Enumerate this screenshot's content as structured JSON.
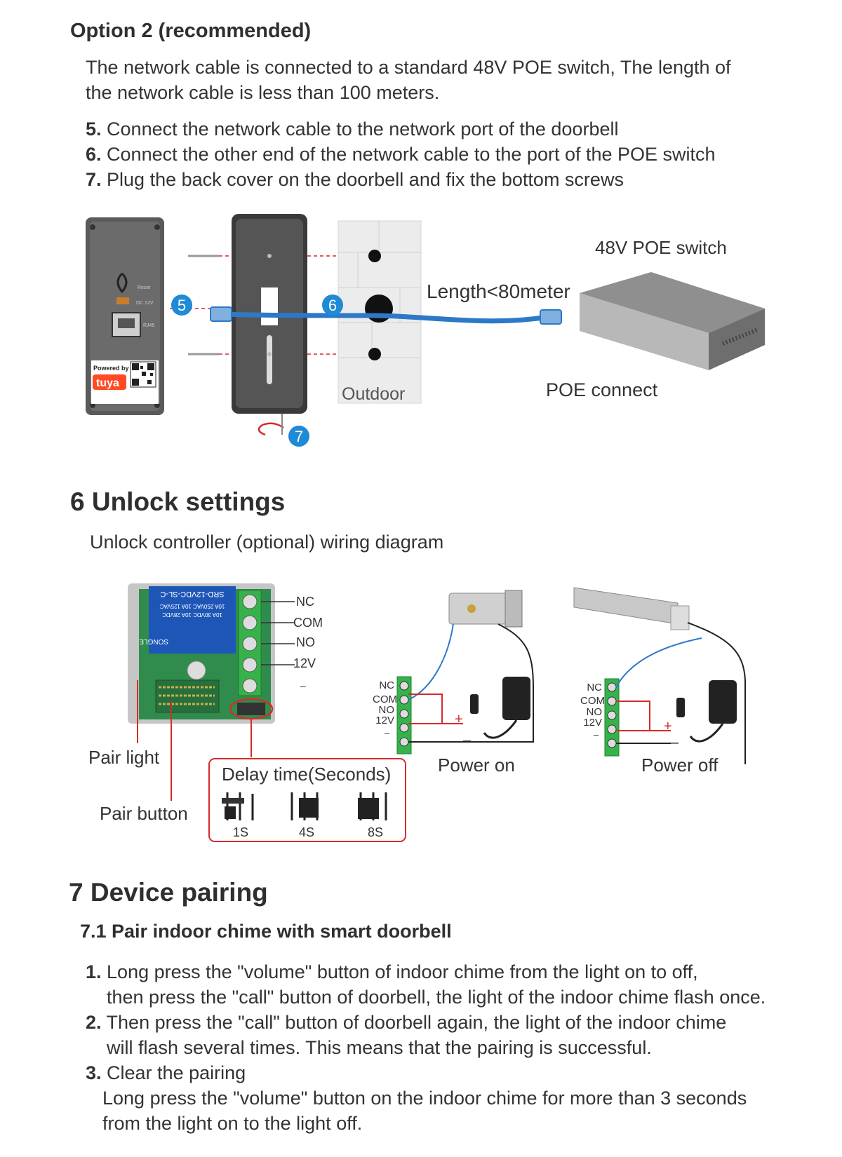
{
  "option": {
    "title": "Option 2 (recommended)",
    "description": "The network cable is connected to a standard 48V POE switch, The length of the network cable is less than 100 meters.",
    "steps": [
      {
        "num": "5.",
        "text": " Connect the network cable to the network port of the doorbell"
      },
      {
        "num": "6.",
        "text": " Connect the other end of the network cable to the port of the POE switch"
      },
      {
        "num": "7.",
        "text": " Plug the back cover on the doorbell and fix the bottom screws"
      }
    ]
  },
  "poe_diagram": {
    "badge5": "5",
    "badge6": "6",
    "badge7": "7",
    "outdoor": "Outdoor",
    "length": "Length<80meter",
    "switch_label": "48V POE switch",
    "poe_connect": "POE connect",
    "powered_by": "Powered by",
    "brand": "tuya",
    "reset": "Reset",
    "dc": "DC 12V",
    "rj45": "RJ45"
  },
  "unlock": {
    "title": "6  Unlock settings",
    "subtitle": "Unlock controller (optional)  wiring diagram",
    "relay_text": [
      "SRD-12VDC-SL-C",
      "10A 250VAC 10A 125VAC",
      "10A 30VDC 10A 28VDC",
      "SONGLE"
    ],
    "terminals": [
      "NC",
      "COM",
      "NO",
      "12V",
      "–"
    ],
    "pair_light": "Pair light",
    "pair_button": "Pair button",
    "delay_title": "Delay time(Seconds)",
    "delays": [
      "1S",
      "4S",
      "8S"
    ],
    "power_on": "Power on",
    "power_off": "Power off",
    "plus": "+",
    "minus": "–"
  },
  "pairing": {
    "title": "7  Device pairing",
    "subtitle": "7.1  Pair indoor chime with smart doorbell",
    "items": [
      {
        "num": "1.",
        "line1": "  Long press the \"volume\" button of indoor chime from the light on to off,",
        "line2": "then press the \"call\" button of doorbell, the light of the indoor chime flash once."
      },
      {
        "num": "2.",
        "line1": "  Then press the \"call\" button of doorbell again, the light of  the indoor chime",
        "line2": "will flash several times. This means that the pairing is successful."
      },
      {
        "num": "3.",
        "line1": "  Clear the pairing",
        "line2": "Long press the \"volume\" button on the indoor chime for more than 3 seconds",
        "line3": "from the light on to the light off."
      }
    ]
  },
  "colors": {
    "badge": "#1f8ad6",
    "cable": "#2d79c7",
    "red_wire": "#d62b2b",
    "tuya": "#ff4a24",
    "terminal": "#35b34a"
  }
}
